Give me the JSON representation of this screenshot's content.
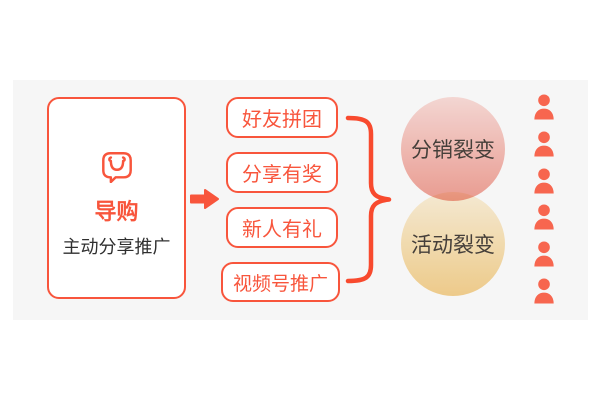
{
  "colors": {
    "canvas_bg": "#ffffff",
    "panel_bg": "#f6f6f6",
    "accent": "#f8553c",
    "brace": "#f84a2e",
    "person": "#f7664f",
    "subtitle_text": "#2f2f2f",
    "circle_text": "#47413c",
    "pink_top": "#fcdeda",
    "pink_bottom": "#f2a196",
    "yellow_top": "#fdf2da",
    "yellow_bottom": "#f6d28f"
  },
  "diagram": {
    "source_card": {
      "icon": "shopping-bag-smile-icon",
      "title": "导购",
      "subtitle": "主动分享推广"
    },
    "strategies": [
      {
        "label": "好友拼团"
      },
      {
        "label": "分享有奖"
      },
      {
        "label": "新人有礼"
      },
      {
        "label": "视频号推广"
      }
    ],
    "outcomes": [
      {
        "label": "分销裂变",
        "theme": "pink"
      },
      {
        "label": "活动裂变",
        "theme": "yellow"
      }
    ],
    "audience": {
      "icon": "person-icon",
      "count": 6
    }
  }
}
